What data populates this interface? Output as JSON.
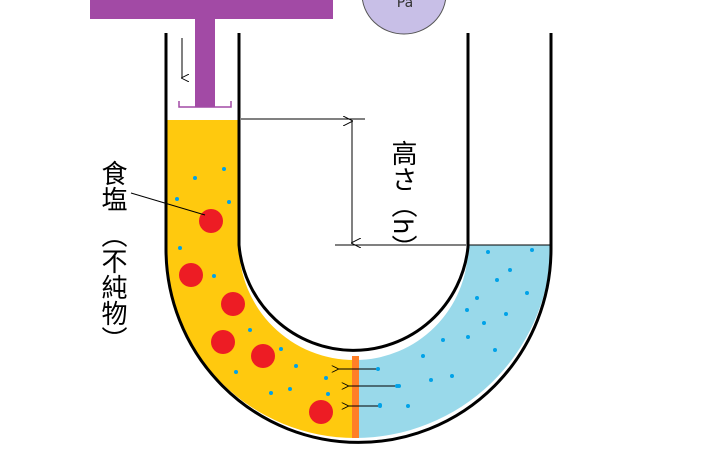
{
  "labels": {
    "salt": "食塩",
    "impurity": "（不純物）",
    "height": "高さ（h）",
    "pressure_unit": "Pa"
  },
  "colors": {
    "piston": "#a24aa5",
    "impure_solution": "#ffc90e",
    "pure_water": "#99d9ea",
    "membrane": "#ff7f27",
    "salt_particle": "#ed1c24",
    "water_molecule": "#00a2e8",
    "gauge": "#c8bfe7"
  }
}
